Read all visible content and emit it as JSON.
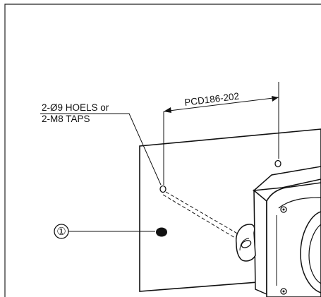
{
  "labels": {
    "pcd": "PCD186-202",
    "holes_line1": "2-Ø9 HOELS or",
    "holes_line2": "2-M8 TAPS",
    "callout_number": "①"
  }
}
